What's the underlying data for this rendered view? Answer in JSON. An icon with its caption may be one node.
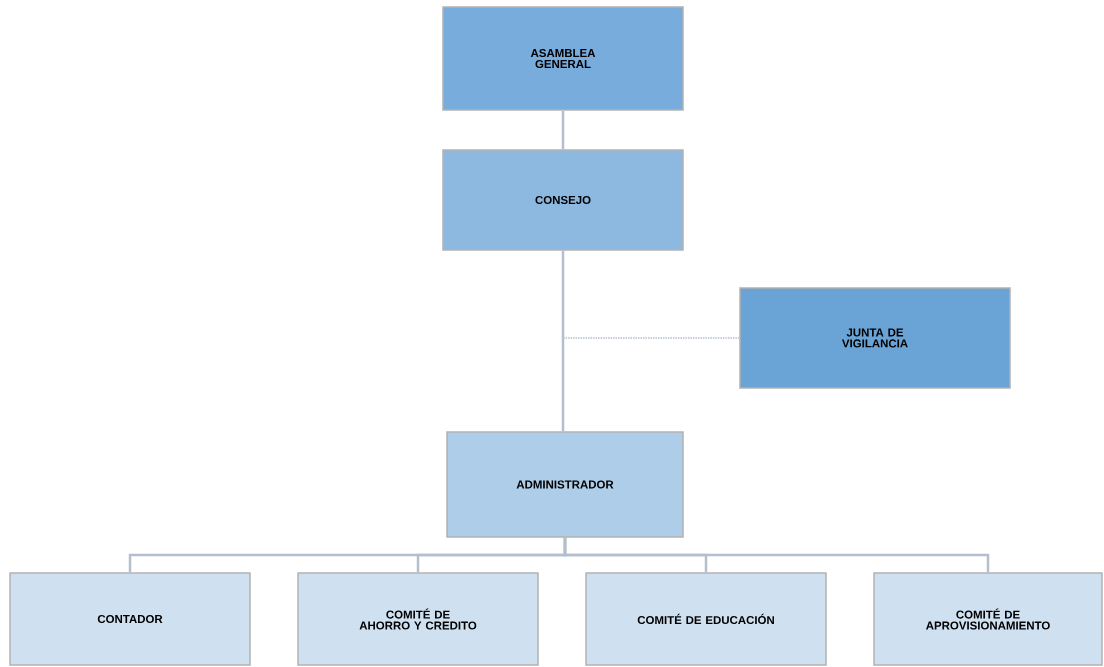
{
  "diagram": {
    "nodes": [
      {
        "text": [
          "ASAMBLEA GENERAL"
        ]
      },
      {
        "text": [
          "CONSEJO"
        ]
      },
      {
        "text": [
          "JUNTA DE VIGILANCIA"
        ]
      },
      {
        "text": [
          "ADMINISTRADOR"
        ]
      },
      {
        "text": [
          "CONTADOR"
        ]
      },
      {
        "text": [
          "COMITÉ DE AHORRO Y CREDITO"
        ]
      },
      {
        "text": [
          "COMITÉ DE EDUCACIÓN"
        ]
      },
      {
        "text": [
          "COMITÉ DE APROVISIONAMIENTO"
        ]
      }
    ],
    "edges": [
      {
        "from": 0,
        "to": 1,
        "arrow": "none"
      },
      {
        "from": 1,
        "to": 3,
        "arrow": "none"
      },
      {
        "from": 1,
        "to": 2,
        "arrow": "none",
        "style": "dashed"
      },
      {
        "from": 3,
        "to": 4,
        "arrow": "none"
      },
      {
        "from": 3,
        "to": 5,
        "arrow": "none"
      },
      {
        "from": 3,
        "to": 6,
        "arrow": "none"
      },
      {
        "from": 3,
        "to": 7,
        "arrow": "none"
      }
    ]
  }
}
